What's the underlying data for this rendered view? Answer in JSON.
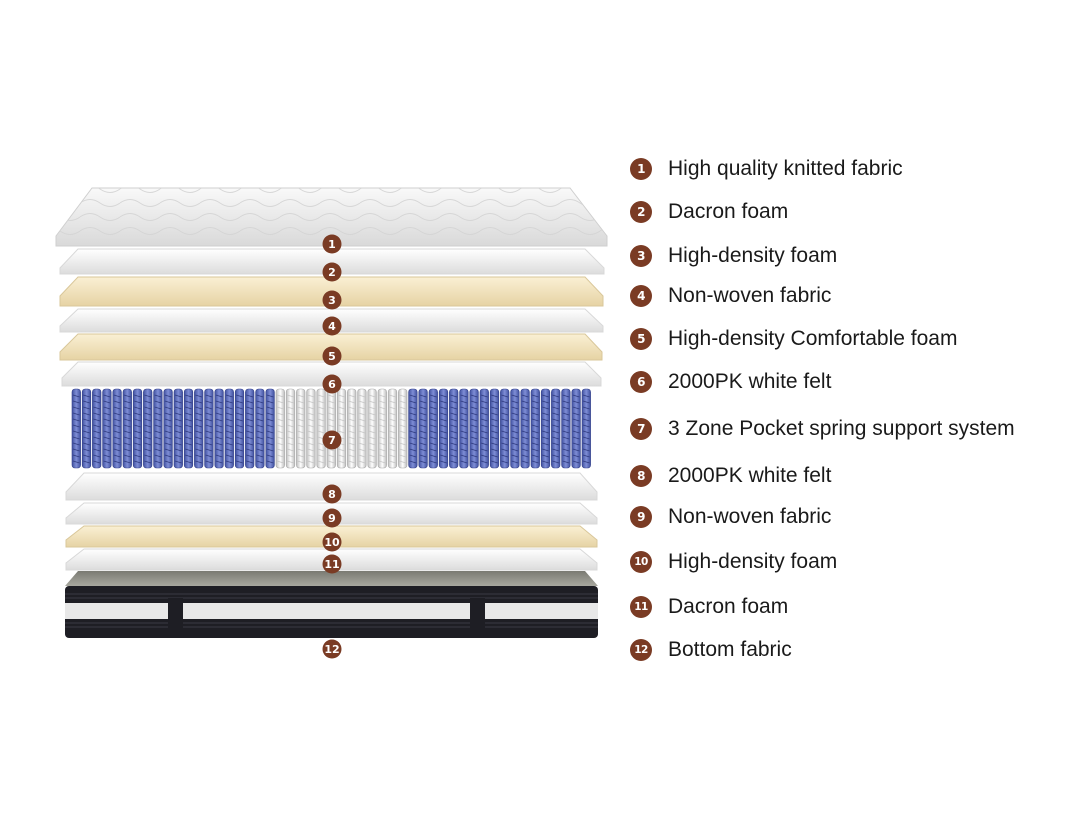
{
  "colors": {
    "marker": "#7a3b24",
    "cream_foam": "#f4e6c2",
    "white_layer": "#f3f3f3",
    "blue_spring": "#5b6bbd",
    "white_spring": "#e8e8e8",
    "dark_base": "#1e1e24"
  },
  "legend": [
    {
      "number": "1",
      "label": "High quality knitted fabric"
    },
    {
      "number": "2",
      "label": "Dacron foam"
    },
    {
      "number": "3",
      "label": "High-density foam"
    },
    {
      "number": "4",
      "label": "Non-woven fabric"
    },
    {
      "number": "5",
      "label": "High-density Comfortable foam"
    },
    {
      "number": "6",
      "label": "2000PK white felt"
    },
    {
      "number": "7",
      "label": "3 Zone Pocket spring support system"
    },
    {
      "number": "8",
      "label": "2000PK white felt"
    },
    {
      "number": "9",
      "label": "Non-woven fabric"
    },
    {
      "number": "10",
      "label": "High-density foam"
    },
    {
      "number": "11",
      "label": "Dacron foam"
    },
    {
      "number": "12",
      "label": "Bottom fabric"
    }
  ]
}
